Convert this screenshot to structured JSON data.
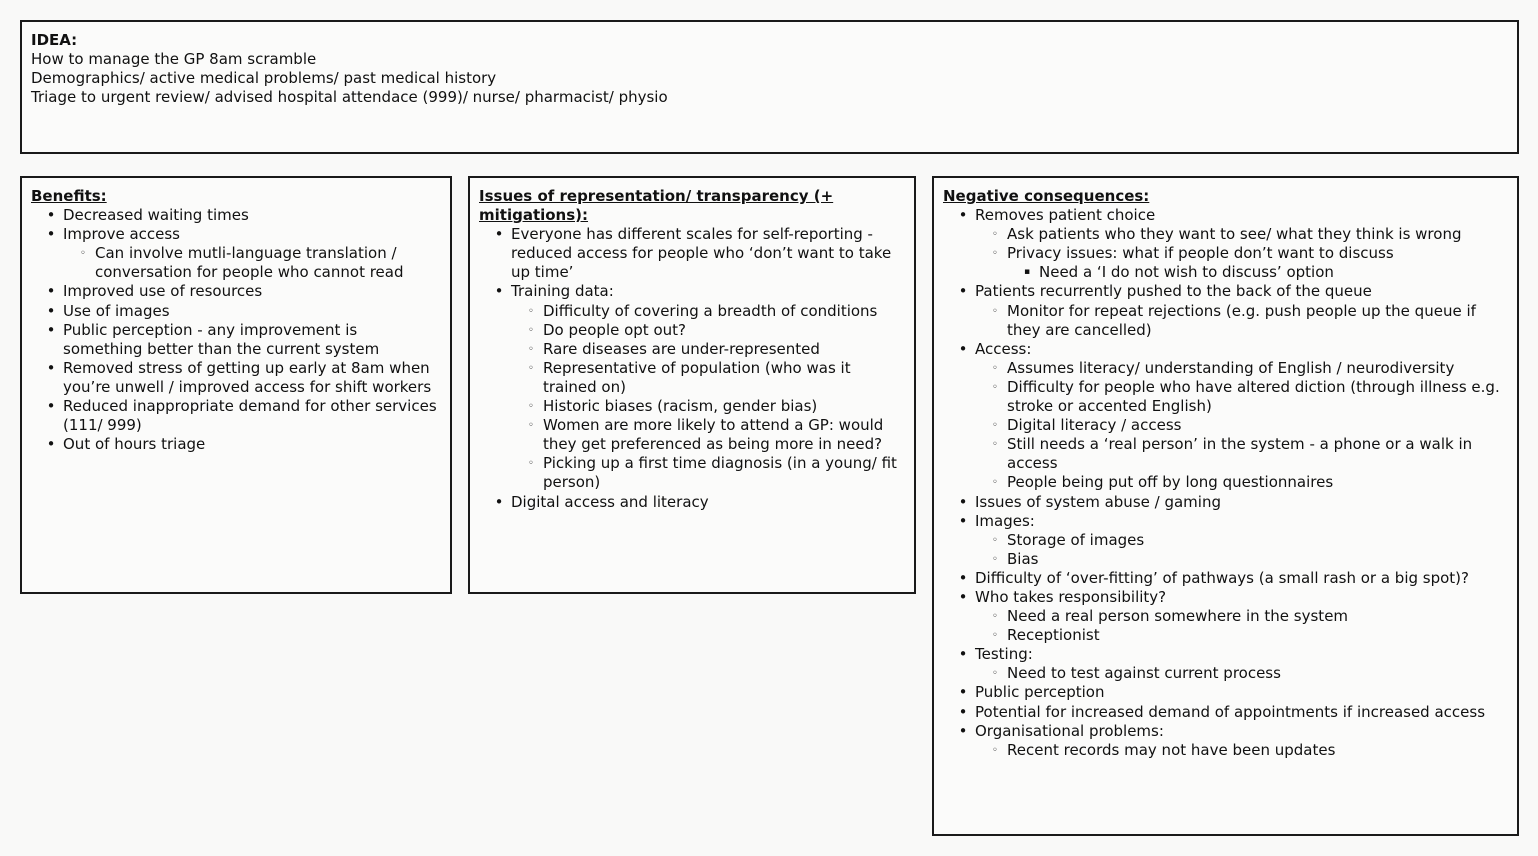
{
  "idea": {
    "title": "IDEA:",
    "lines": [
      "How to manage the GP 8am scramble",
      "Demographics/ active medical problems/ past medical history",
      "Triage to urgent review/ advised hospital attendace (999)/ nurse/ pharmacist/ physio"
    ]
  },
  "benefits": {
    "title": "Benefits:",
    "items": [
      {
        "text": "Decreased waiting times",
        "sub": []
      },
      {
        "text": "Improve access",
        "sub": [
          {
            "text": "Can involve mutli-language translation / conversation for people who cannot read",
            "sub": []
          }
        ]
      },
      {
        "text": "Improved use of resources",
        "sub": []
      },
      {
        "text": "Use of images",
        "sub": []
      },
      {
        "text": "Public perception - any improvement is something better than the current system",
        "sub": []
      },
      {
        "text": "Removed stress of getting up early at 8am when you’re unwell / improved access for shift workers",
        "sub": []
      },
      {
        "text": "Reduced inappropriate demand for other services (111/ 999)",
        "sub": []
      },
      {
        "text": "Out of hours triage",
        "sub": []
      }
    ]
  },
  "issues": {
    "title": "Issues of representation/ transparency (+ mitigations):",
    "items": [
      {
        "text": "Everyone has different scales for self-reporting - reduced access for people who ‘don’t want to take up time’",
        "sub": []
      },
      {
        "text": "Training data:",
        "sub": [
          {
            "text": "Difficulty of covering a breadth of conditions",
            "sub": []
          },
          {
            "text": "Do people opt out?",
            "sub": []
          },
          {
            "text": "Rare diseases are under-represented",
            "sub": []
          },
          {
            "text": "Representative of population (who was it trained on)",
            "sub": []
          },
          {
            "text": "Historic biases (racism, gender bias)",
            "sub": []
          },
          {
            "text": "Women are more likely to attend a GP: would they get preferenced as being more in need?",
            "sub": []
          },
          {
            "text": "Picking up a first time diagnosis (in a young/ fit person)",
            "sub": []
          }
        ]
      },
      {
        "text": "Digital access and literacy",
        "sub": []
      }
    ]
  },
  "negatives": {
    "title": "Negative consequences:",
    "items": [
      {
        "text": "Removes patient choice",
        "sub": [
          {
            "text": "Ask patients who they want to see/ what they think is wrong",
            "sub": []
          },
          {
            "text": "Privacy issues: what if people don’t want to discuss",
            "sub": [
              {
                "text": "Need a ‘I do not wish to discuss’ option"
              }
            ]
          }
        ]
      },
      {
        "text": "Patients recurrently pushed to the back of the queue",
        "sub": [
          {
            "text": "Monitor for repeat rejections (e.g. push people up the queue if they are cancelled)",
            "sub": []
          }
        ]
      },
      {
        "text": "Access:",
        "sub": [
          {
            "text": "Assumes literacy/ understanding of English / neurodiversity",
            "sub": []
          },
          {
            "text": "Difficulty for people who have altered diction (through illness e.g. stroke or accented English)",
            "sub": []
          },
          {
            "text": "Digital literacy / access",
            "sub": []
          },
          {
            "text": "Still needs a ‘real person’ in the system - a phone or a walk in access",
            "sub": []
          },
          {
            "text": "People being put off by long questionnaires",
            "sub": []
          }
        ]
      },
      {
        "text": "Issues of system abuse / gaming",
        "sub": []
      },
      {
        "text": "Images:",
        "sub": [
          {
            "text": "Storage of images",
            "sub": []
          },
          {
            "text": "Bias",
            "sub": []
          }
        ]
      },
      {
        "text": "Difficulty of ‘over-fitting’ of pathways (a small rash or a big spot)?",
        "sub": []
      },
      {
        "text": "Who takes responsibility?",
        "sub": [
          {
            "text": "Need a real person somewhere in the system",
            "sub": []
          },
          {
            "text": "Receptionist",
            "sub": []
          }
        ]
      },
      {
        "text": "Testing:",
        "sub": [
          {
            "text": "Need to test against current process",
            "sub": []
          }
        ]
      },
      {
        "text": "Public perception",
        "sub": []
      },
      {
        "text": "Potential for increased demand of appointments if increased access",
        "sub": []
      },
      {
        "text": "Organisational problems:",
        "sub": [
          {
            "text": "Recent records may not have been updates",
            "sub": []
          }
        ]
      }
    ]
  },
  "bullets": {
    "level1": "•",
    "level2": "◦",
    "level3": "▪"
  }
}
